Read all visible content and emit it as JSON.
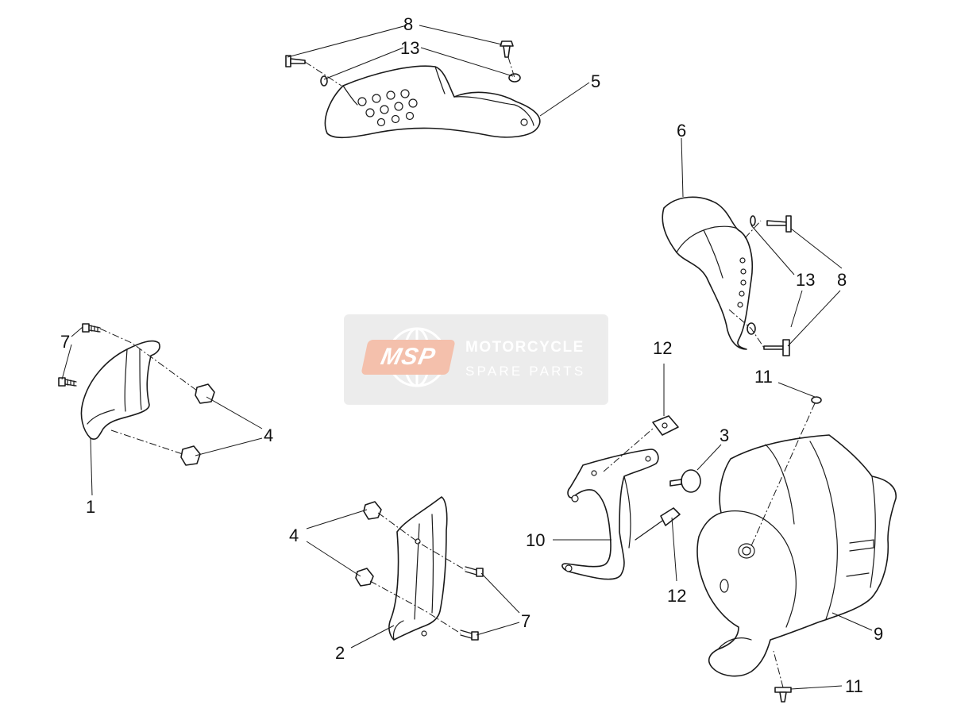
{
  "callouts": {
    "c1": "1",
    "c2": "2",
    "c3": "3",
    "c4a": "4",
    "c4b": "4",
    "c5": "5",
    "c6": "6",
    "c7a": "7",
    "c7b": "7",
    "c8a": "8",
    "c8b": "8",
    "c9": "9",
    "c10": "10",
    "c11a": "11",
    "c11b": "11",
    "c12a": "12",
    "c12b": "12",
    "c13a": "13",
    "c13b": "13"
  },
  "watermark": {
    "badge": "MSP",
    "title": "MOTORCYCLE",
    "subtitle": "SPARE PARTS",
    "badge_color": "#f2b39a",
    "panel_color": "#e9e9e9"
  },
  "colors": {
    "line": "#1a1a1a",
    "background": "#ffffff"
  }
}
